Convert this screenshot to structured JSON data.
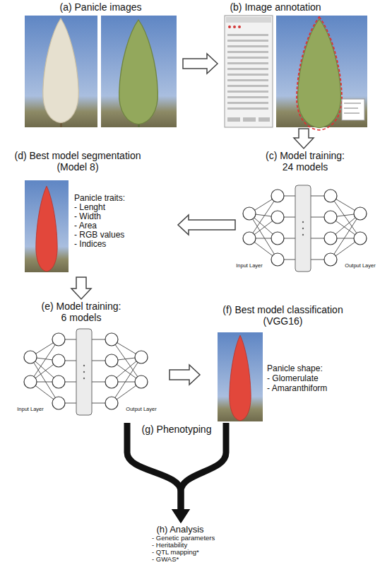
{
  "diagram": {
    "nodes": [
      {
        "text": [
          "(a) Panicle images"
        ]
      },
      {
        "text": [
          "(b) Image annotation"
        ]
      },
      {
        "text": [
          "(c) Model training: 24 models"
        ]
      },
      {
        "text": [
          "(d) Best model segmentation (Model 8)",
          "Panicle traits:",
          "- Lenght",
          "- Width",
          "- Area",
          "- RGB values",
          "- Indices"
        ]
      },
      {
        "text": [
          "(e) Model training: 6 models"
        ]
      },
      {
        "text": [
          "(f) Best model classification (VGG16)",
          "Panicle shape:",
          "- Glomerulate",
          "- Amaranthiform"
        ]
      },
      {
        "text": [
          "(h) Analysis",
          "- Genetic parameters",
          "- Heritability",
          "- QTL mapping*",
          "- GWAS*"
        ]
      }
    ],
    "edges": [
      {
        "from": 0,
        "to": 1,
        "arrow": "to"
      },
      {
        "from": 1,
        "to": 2,
        "arrow": "to"
      },
      {
        "from": 2,
        "to": 3,
        "arrow": "to"
      },
      {
        "from": 3,
        "to": 4,
        "arrow": "to"
      },
      {
        "from": 4,
        "to": 5,
        "arrow": "to"
      },
      {
        "from": 4,
        "to": 6,
        "arrow": "to"
      },
      {
        "from": 5,
        "to": 6,
        "arrow": "to"
      }
    ],
    "labels": [
      "Input Layer",
      "Output Layer",
      "Input Layer",
      "Output Layer",
      "(g) Phenotyping"
    ]
  }
}
